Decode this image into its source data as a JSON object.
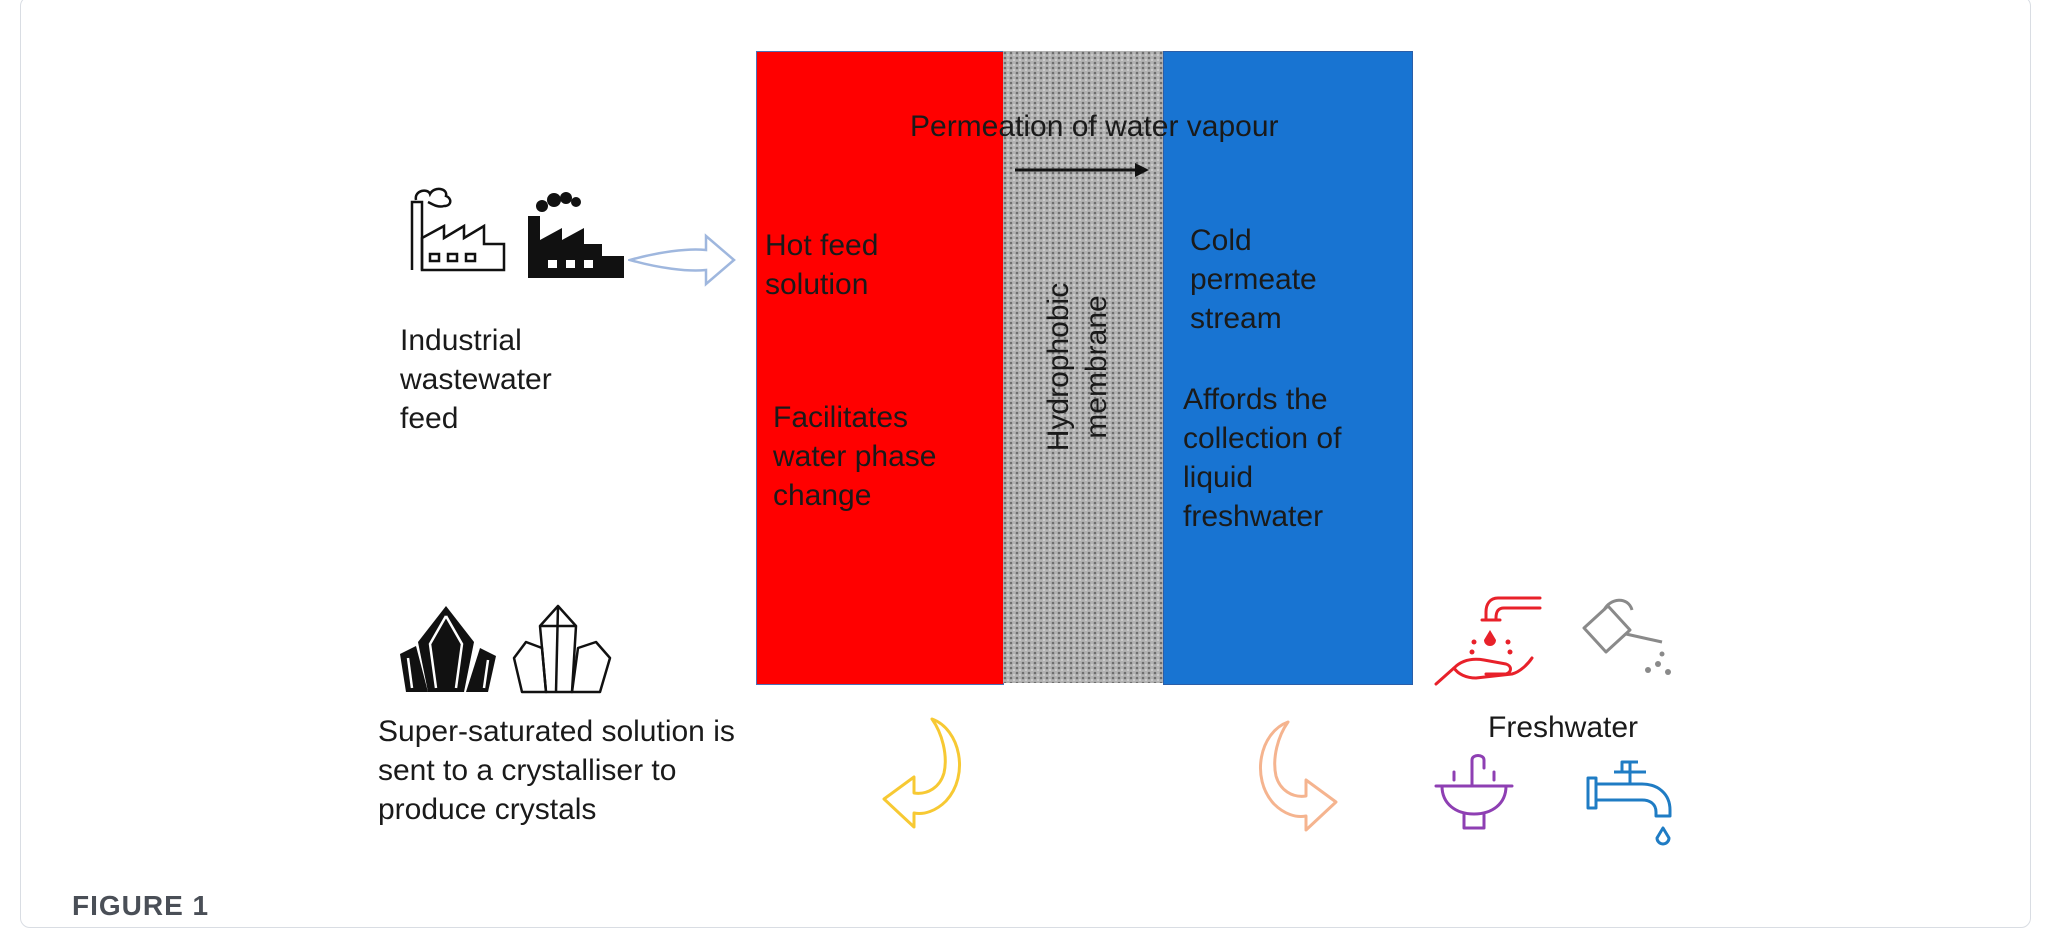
{
  "diagram": {
    "feed_label": [
      "Industrial",
      "wastewater",
      "feed"
    ],
    "permeation_label": "Permeation of water vapour",
    "hot_side": {
      "title": [
        "Hot feed",
        "solution"
      ],
      "description": [
        "Facilitates",
        "water phase",
        "change"
      ],
      "color": "#ff0000"
    },
    "membrane": {
      "label": [
        "Hydrophobic",
        "membrane"
      ],
      "color": "#a9a9a9"
    },
    "cold_side": {
      "title": [
        "Cold",
        "permeate",
        "stream"
      ],
      "description": [
        "Affords the",
        "collection of",
        "liquid",
        "freshwater"
      ],
      "color": "#1874d2"
    },
    "crystal_label": [
      "Super-saturated solution is",
      "sent to a crystalliser to",
      "produce crystals"
    ],
    "freshwater_label": "Freshwater",
    "figure_label": "FIGURE 1",
    "icons": [
      "factory-outline-icon",
      "factory-solid-icon",
      "arrow-right-icon",
      "crystal-solid-icon",
      "crystal-outline-icon",
      "curved-arrow-left-icon",
      "curved-arrow-right-icon",
      "hand-wash-icon",
      "watering-can-icon",
      "sink-icon",
      "tap-icon"
    ],
    "colors": {
      "arrow_in": "#9fb7de",
      "arrow_return": "#f7c933",
      "arrow_out": "#f5b48f",
      "hand_wash": "#e8212a",
      "watering_can": "#8a8a8a",
      "sink": "#8e3fb3",
      "tap": "#1f7cc4"
    }
  }
}
